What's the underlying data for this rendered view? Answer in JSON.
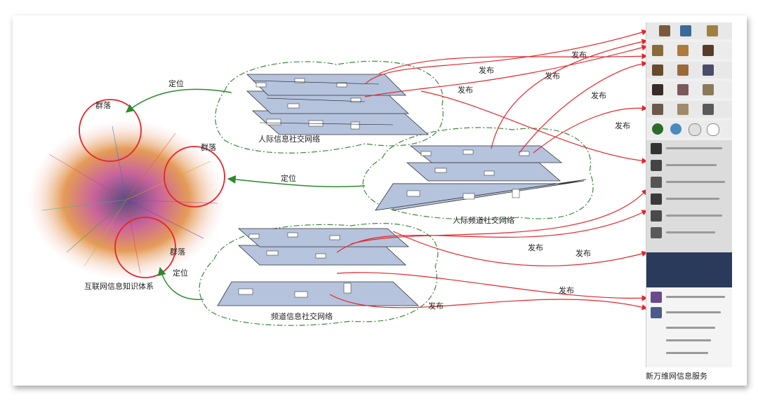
{
  "labels": {
    "knowledge_system": "互联网信息知识体系",
    "community": "群落",
    "locate": "定位",
    "publish": "发布",
    "interpersonal_network": "人际信息社交网络",
    "channel_interpersonal_network": "人际频道社交网络",
    "channel_network": "频道信息社交网络",
    "new_www_service": "新万维网信息服务"
  },
  "colors": {
    "publish_arrow": "#e3262b",
    "locate_arrow": "#2b8a2b",
    "community_circle": "#e3262b",
    "dash_outline": "#3a8a3a",
    "plane_fill": "#b5c3dd",
    "plane_edge": "#333333"
  },
  "icons": [
    "network-graph-icon",
    "phone-screenshot-icon"
  ]
}
